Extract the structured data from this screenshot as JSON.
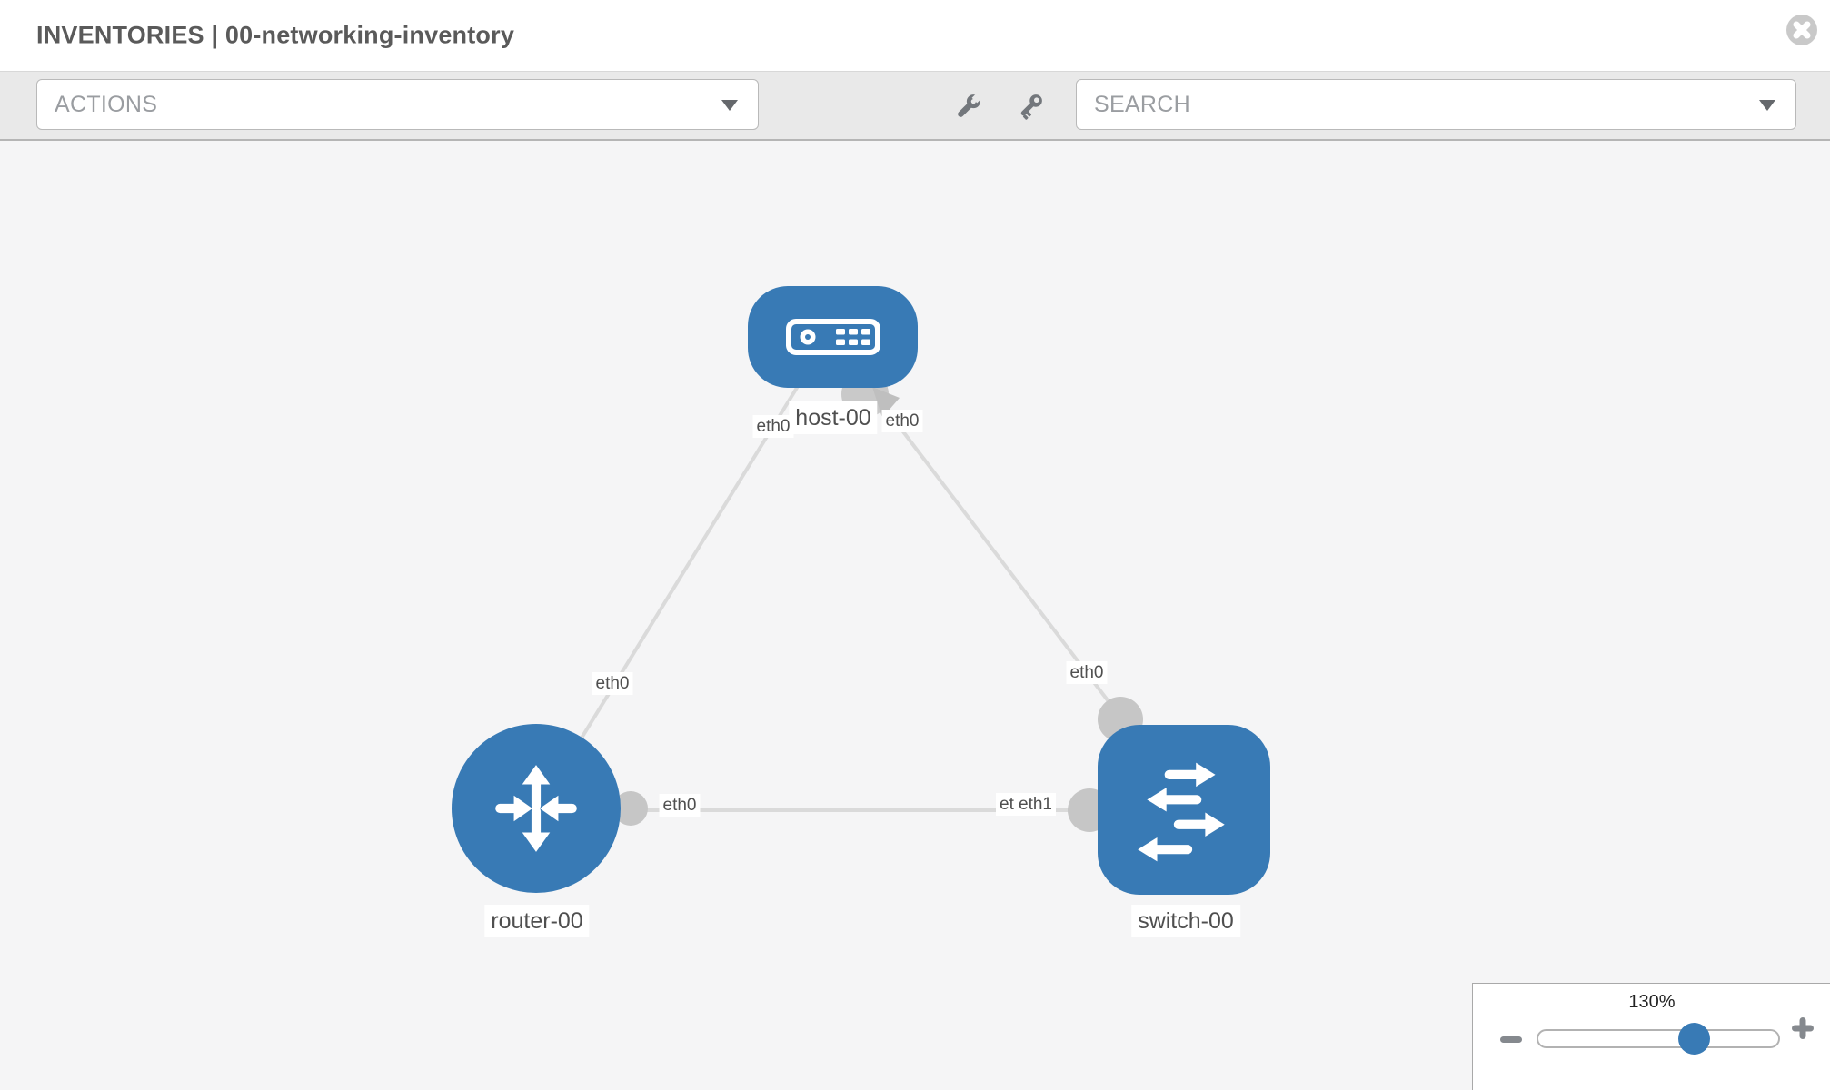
{
  "header": {
    "title": "INVENTORIES | 00-networking-inventory",
    "close_icon": "x-circle-icon"
  },
  "toolbar": {
    "actions_label": "ACTIONS",
    "search_placeholder": "SEARCH",
    "icons": [
      "wrench-icon",
      "key-icon",
      "chevron-down-icon"
    ]
  },
  "colors": {
    "node_blue": "#387ab5",
    "edge_gray": "#dadada",
    "port_gray": "#c6c6c6",
    "toolbar_gray": "#e9e9e9",
    "canvas_gray": "#f5f5f6",
    "label_text": "#4f4f4f"
  },
  "topology": {
    "nodes": [
      {
        "id": "host-00",
        "label": "host-00",
        "type": "host"
      },
      {
        "id": "router-00",
        "label": "router-00",
        "type": "router"
      },
      {
        "id": "switch-00",
        "label": "switch-00",
        "type": "switch"
      }
    ],
    "links": [
      {
        "source": "host-00",
        "source_interface": "eth0",
        "target": "router-00",
        "target_interface": "eth0"
      },
      {
        "source": "host-00",
        "source_interface": "eth0",
        "target": "switch-00",
        "target_interface": "eth0"
      },
      {
        "source": "router-00",
        "source_interface": "eth0",
        "target": "switch-00",
        "target_interface": "eth1"
      }
    ],
    "interfaces": [
      {
        "label": "eth0",
        "node": "host-00"
      },
      {
        "label": "eth0",
        "node": "host-00"
      },
      {
        "label": "eth0",
        "node": "router-00"
      },
      {
        "label": "eth0",
        "node": "switch-00"
      },
      {
        "label": "eth0",
        "node": "router-00"
      },
      {
        "label": "eth1",
        "node": "switch-00"
      },
      {
        "label": "eth1",
        "node": "switch-00"
      }
    ]
  },
  "zoom_control": {
    "value": "130%",
    "minus_icon": "minus-icon",
    "plus_icon": "plus-icon"
  }
}
